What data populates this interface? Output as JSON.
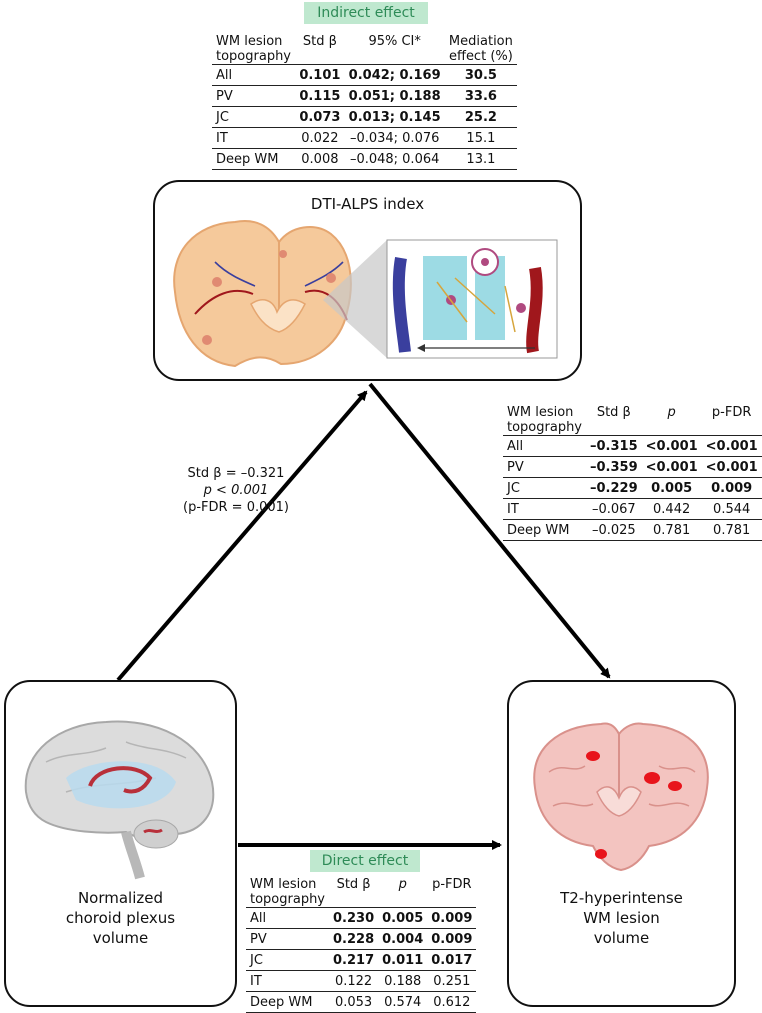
{
  "indirect": {
    "title": "Indirect effect",
    "headers": [
      "WM lesion\ntopography",
      "Std β",
      "95% CI*",
      "Mediation\neffect (%)"
    ],
    "rows": [
      {
        "label": "All",
        "cells": [
          "0.101",
          "0.042; 0.169",
          "30.5"
        ],
        "sig": true
      },
      {
        "label": "PV",
        "cells": [
          "0.115",
          "0.051; 0.188",
          "33.6"
        ],
        "sig": true
      },
      {
        "label": "JC",
        "cells": [
          "0.073",
          "0.013; 0.145",
          "25.2"
        ],
        "sig": true
      },
      {
        "label": "IT",
        "cells": [
          "0.022",
          "–0.034; 0.076",
          "15.1"
        ],
        "sig": false
      },
      {
        "label": "Deep WM",
        "cells": [
          "0.008",
          "–0.048; 0.064",
          "13.1"
        ],
        "sig": false
      }
    ]
  },
  "mediator": {
    "label": "DTI-ALPS index"
  },
  "path_a": {
    "line1": "Std β = –0.321",
    "line2": "p < 0.001",
    "line3": "(p-FDR = 0.001)"
  },
  "path_b": {
    "headers": [
      "WM lesion\ntopography",
      "Std β",
      "p",
      "p-FDR"
    ],
    "rows": [
      {
        "label": "All",
        "cells": [
          "–0.315",
          "<0.001",
          "<0.001"
        ],
        "sig": true
      },
      {
        "label": "PV",
        "cells": [
          "–0.359",
          "<0.001",
          "<0.001"
        ],
        "sig": true
      },
      {
        "label": "JC",
        "cells": [
          "–0.229",
          "0.005",
          "0.009"
        ],
        "sig": true
      },
      {
        "label": "IT",
        "cells": [
          "–0.067",
          "0.442",
          "0.544"
        ],
        "sig": false
      },
      {
        "label": "Deep WM",
        "cells": [
          "–0.025",
          "0.781",
          "0.781"
        ],
        "sig": false
      }
    ]
  },
  "exposure": {
    "label": "Normalized\nchoroid plexus\nvolume"
  },
  "outcome": {
    "label": "T2-hyperintense\nWM lesion\nvolume"
  },
  "direct": {
    "title": "Direct effect",
    "headers": [
      "WM lesion\ntopography",
      "Std β",
      "p",
      "p-FDR"
    ],
    "rows": [
      {
        "label": "All",
        "cells": [
          "0.230",
          "0.005",
          "0.009"
        ],
        "sig": true
      },
      {
        "label": "PV",
        "cells": [
          "0.228",
          "0.004",
          "0.009"
        ],
        "sig": true
      },
      {
        "label": "JC",
        "cells": [
          "0.217",
          "0.011",
          "0.017"
        ],
        "sig": true
      },
      {
        "label": "IT",
        "cells": [
          "0.122",
          "0.188",
          "0.251"
        ],
        "sig": false
      },
      {
        "label": "Deep WM",
        "cells": [
          "0.053",
          "0.574",
          "0.612"
        ],
        "sig": false
      }
    ]
  },
  "colors": {
    "accent_green": "#2e8b57",
    "badge_bg": "#bfe8cf",
    "lesion_red": "#e8141b",
    "artery_red": "#a0171c",
    "vein_blue": "#3a3f9e",
    "brain_tan": "#f5c99b"
  }
}
